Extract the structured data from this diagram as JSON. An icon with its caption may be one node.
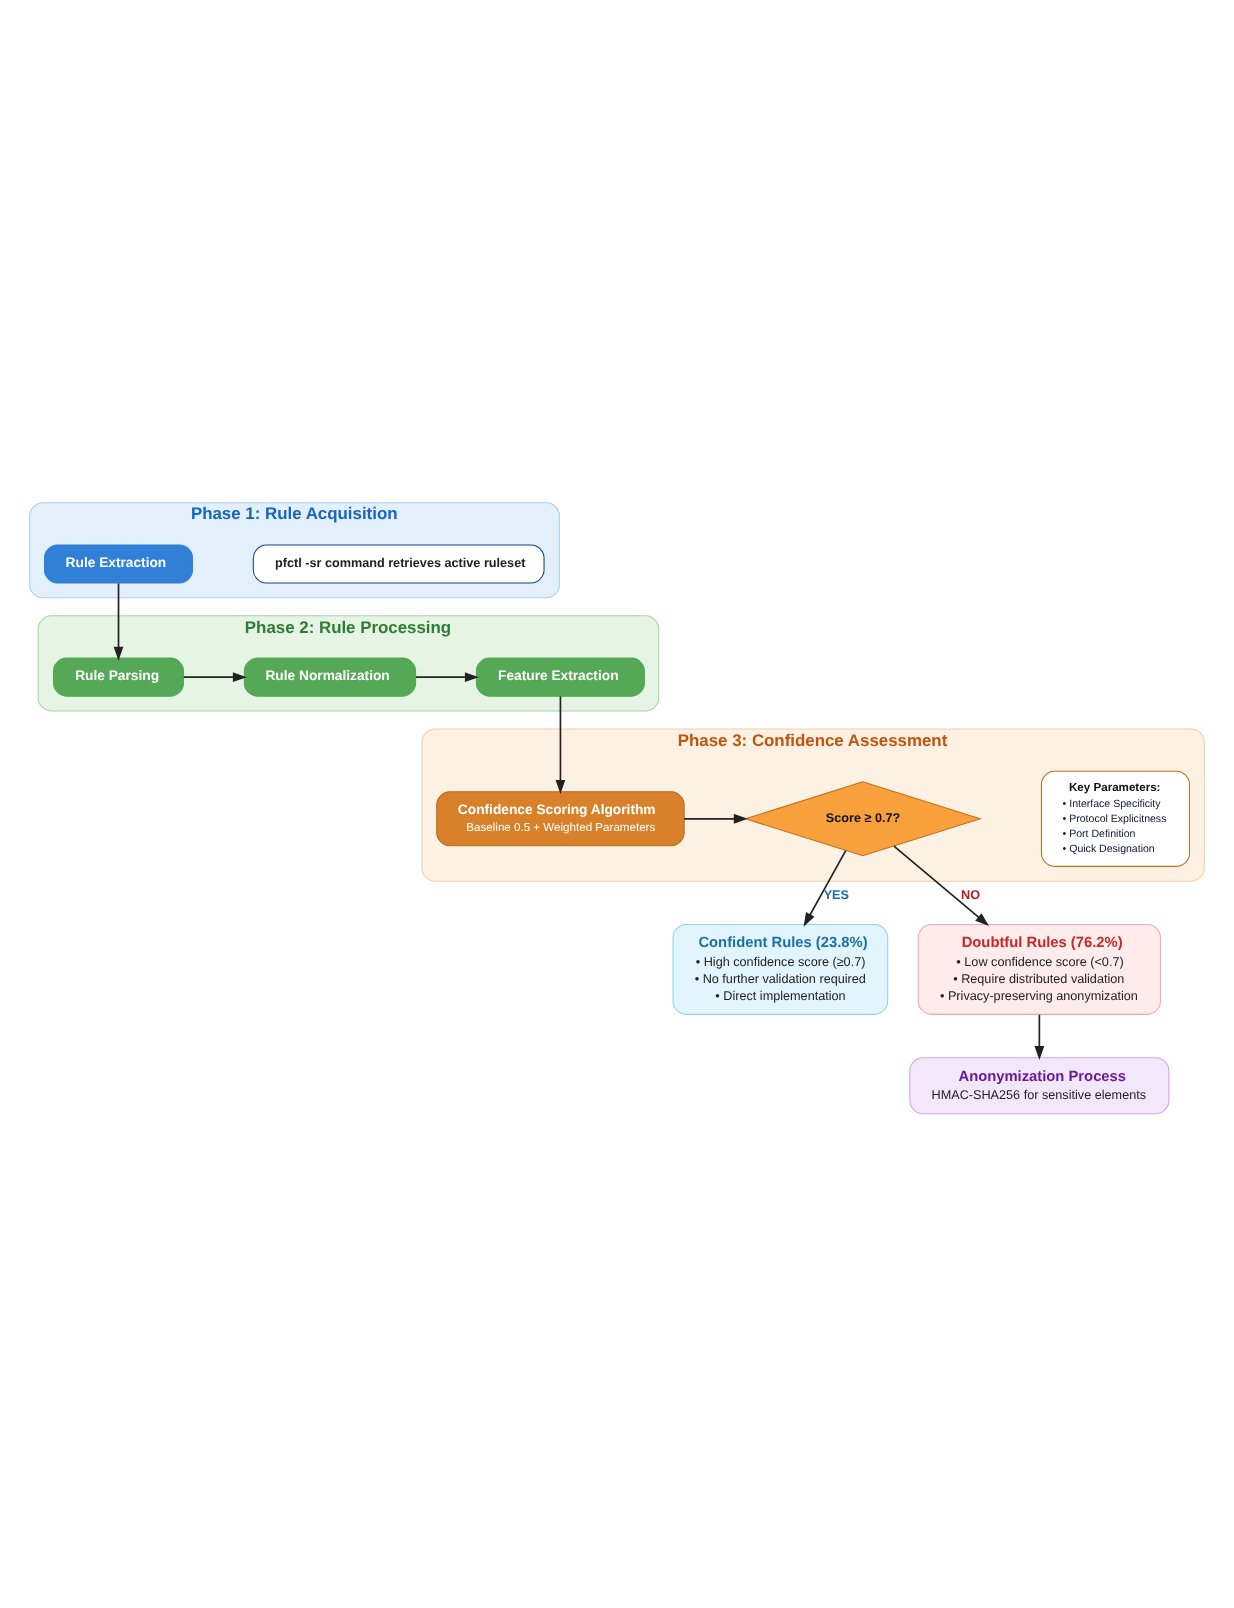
{
  "diagram": {
    "nodes": [
      {
        "text": [
          "Phase 1: Rule Acquisition"
        ]
      },
      {
        "text": [
          "Rule Extraction"
        ],
        "in": 0
      },
      {
        "text": [
          "pfctl -sr command retrieves active ruleset"
        ],
        "in": 0
      },
      {
        "text": [
          "Phase 2: Rule Processing"
        ]
      },
      {
        "text": [
          "Rule Parsing"
        ],
        "in": 3
      },
      {
        "text": [
          "Rule Normalization"
        ],
        "in": 3
      },
      {
        "text": [
          "Feature Extraction"
        ],
        "in": 3
      },
      {
        "text": [
          "Phase 3: Confidence Assessment"
        ]
      },
      {
        "text": [
          "Confidence Scoring Algorithm",
          "Baseline 0.5 + Weighted Parameters"
        ],
        "in": 7
      },
      {
        "text": [
          "Score ≥ 0.7?"
        ],
        "in": 7
      },
      {
        "text": [
          "Key Parameters:",
          "• Interface Specificity",
          "• Protocol Explicitness",
          "• Port Definition",
          "• Quick Designation"
        ],
        "in": 7
      },
      {
        "text": [
          "Confident Rules (23.8%)",
          "• High confidence score (≥0.7)",
          "• No further validation required",
          "• Direct implementation"
        ]
      },
      {
        "text": [
          "Doubtful Rules (76.2%)",
          "• Low confidence score (<0.7)",
          "• Require distributed validation",
          "• Privacy-preserving anonymization"
        ]
      },
      {
        "text": [
          "Anonymization Process",
          "HMAC-SHA256 for sensitive elements"
        ]
      }
    ],
    "edges": [
      {
        "from": 1,
        "to": 4,
        "arrow": "to"
      },
      {
        "from": 4,
        "to": 5,
        "arrow": "to"
      },
      {
        "from": 5,
        "to": 6,
        "arrow": "to"
      },
      {
        "from": 6,
        "to": 8,
        "arrow": "to"
      },
      {
        "from": 8,
        "to": 9,
        "arrow": "to"
      },
      {
        "from": 9,
        "to": 11,
        "arrow": "to",
        "label": "YES"
      },
      {
        "from": 9,
        "to": 12,
        "arrow": "to",
        "label": "NO"
      },
      {
        "from": 12,
        "to": 13,
        "arrow": "to"
      }
    ]
  }
}
